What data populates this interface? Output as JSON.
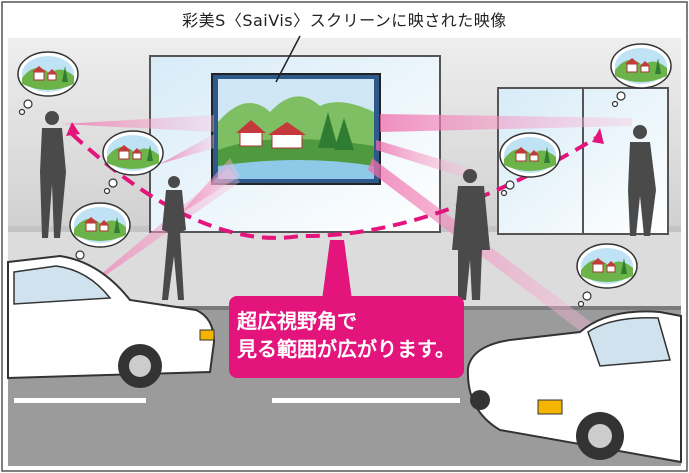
{
  "title": "彩美S〈SaiVis〉スクリーンに映された映像",
  "callout": {
    "line1": "超広視野角で",
    "line2": "見る範囲が広がります。"
  },
  "colors": {
    "accent_pink": "#e3157d",
    "ray_pink": "#f2a3c9",
    "silhouette": "#4a4a4a",
    "screen_sky": "#cfe6f5"
  },
  "icons": [
    "screen-display",
    "thought-bubble",
    "person-silhouette",
    "car",
    "building-facade"
  ]
}
